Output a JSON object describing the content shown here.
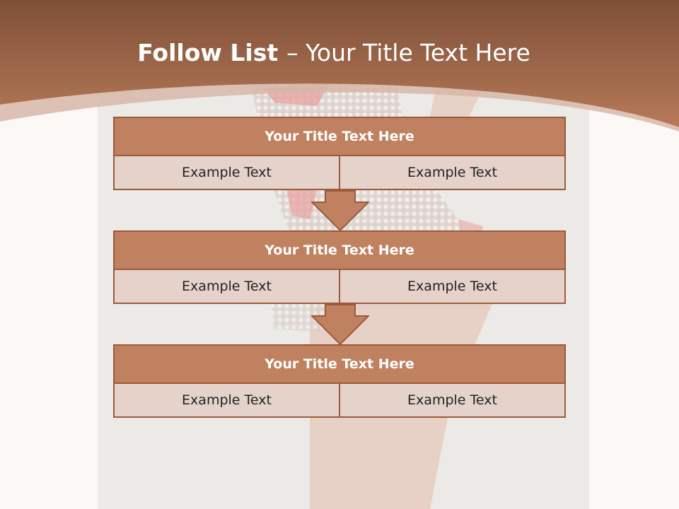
{
  "colors": {
    "accent": "#bf8160",
    "accent_dark": "#9c5a3a",
    "cell_fill": "#e5d2cb",
    "background": "#fcf8f5"
  },
  "title": {
    "bold": "Follow List",
    "rest": "– Your Title Text Here"
  },
  "blocks": [
    {
      "title": "Your Title Text Here",
      "left": "Example Text",
      "right": "Example Text"
    },
    {
      "title": "Your Title Text Here",
      "left": "Example Text",
      "right": "Example Text"
    },
    {
      "title": "Your Title Text Here",
      "left": "Example Text",
      "right": "Example Text"
    }
  ]
}
